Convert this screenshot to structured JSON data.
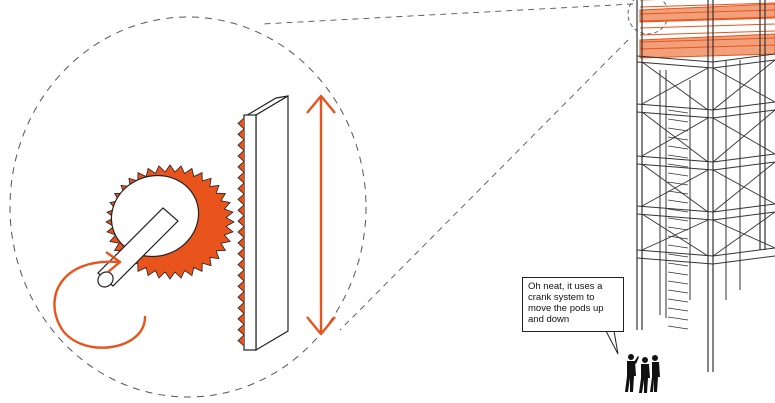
{
  "diagram": {
    "callout_text": "Oh neat, it uses a crank system to move the pods up and down",
    "colors": {
      "accent": "#e9541d",
      "accent_light": "#f2a07a",
      "line": "#222222",
      "dash": "#555555",
      "background": "#ffffff"
    },
    "elements": {
      "detail_circle": "dashed-circle",
      "gear": "orange-gear",
      "shaft": "crank-shaft",
      "rotation_arrow": "orange-circular-arrow",
      "rack": "toothed-rack-bar",
      "motion_arrow": "orange-double-arrow",
      "tower": "lattice-tower",
      "people": "visitor-silhouettes"
    }
  }
}
